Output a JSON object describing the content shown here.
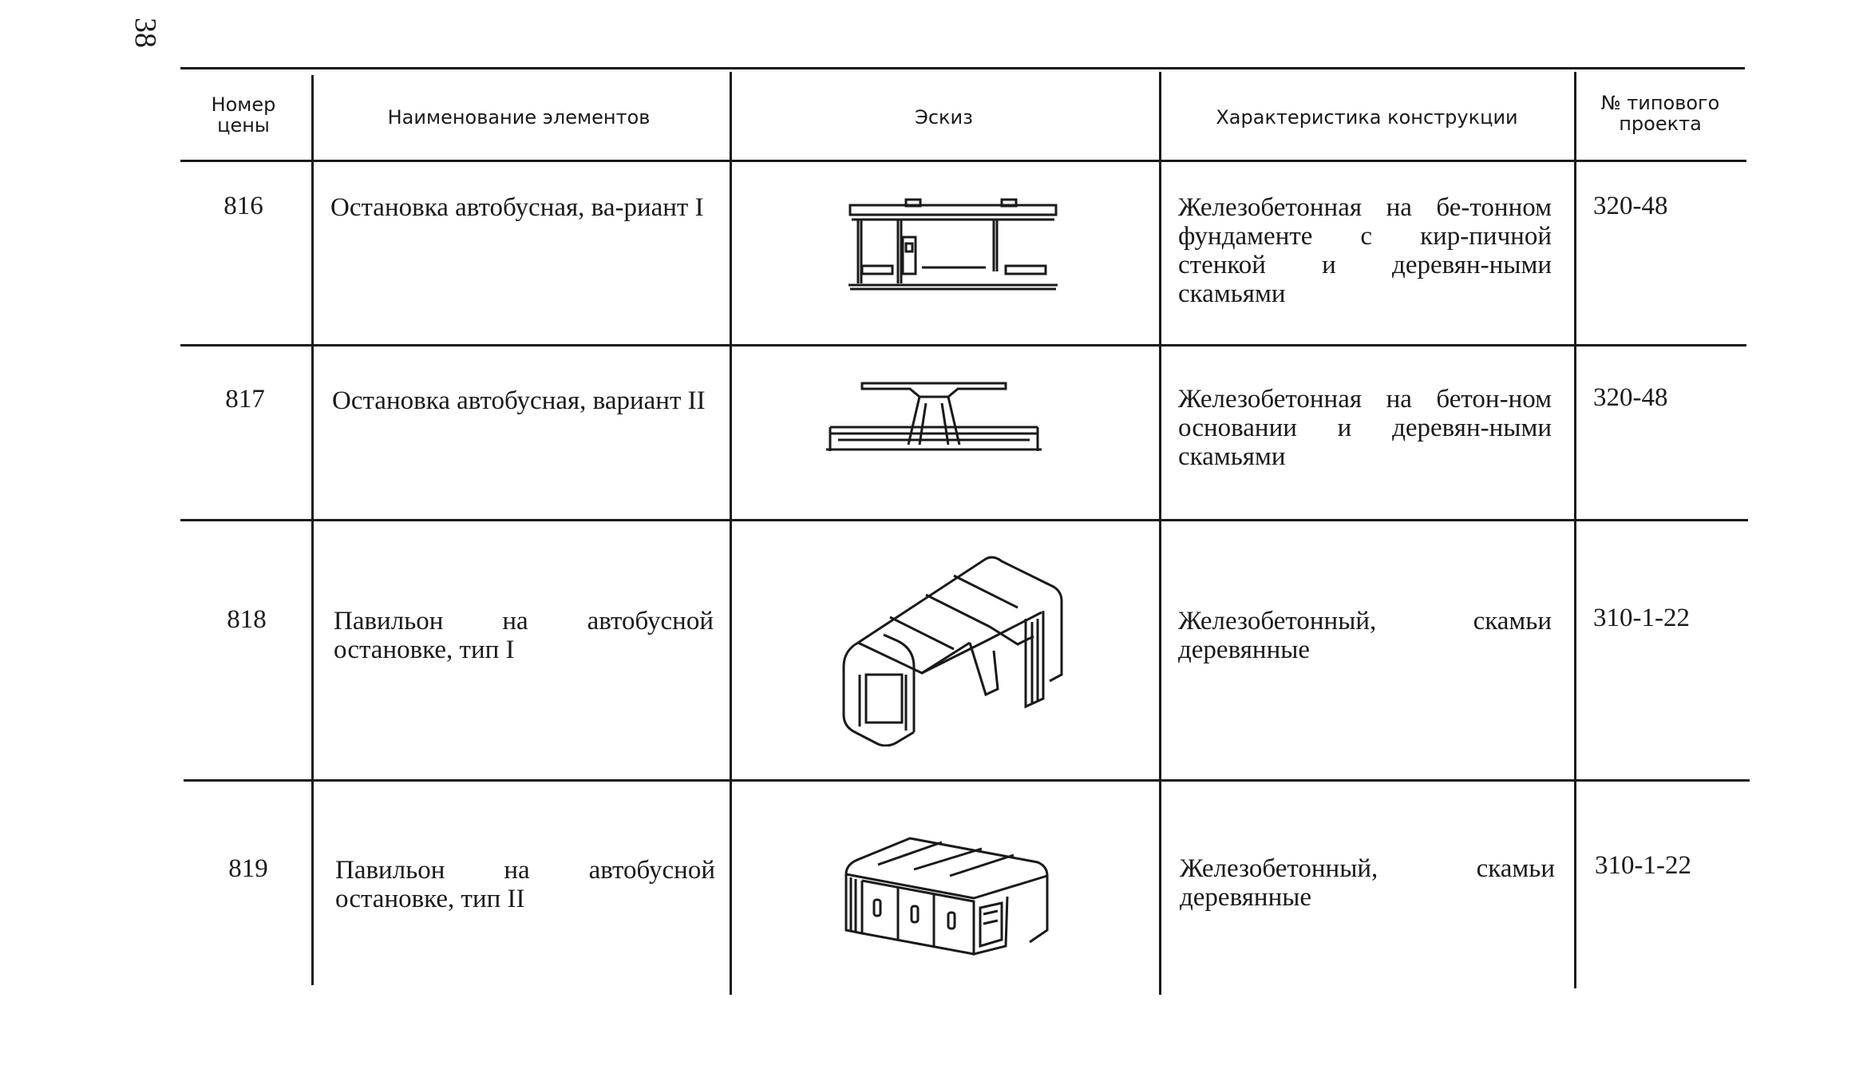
{
  "page_number": "38",
  "header": {
    "price_number": "Номер цены",
    "element_name": "Наименование элементов",
    "sketch": "Эскиз",
    "construction": "Характеристика конструкции",
    "project_no": "№ типового проекта"
  },
  "rows": [
    {
      "price_number": "816",
      "element_name": "Остановка автобусная, ва-риант I",
      "sketch_icon": "bus-stop-variant-1-sketch",
      "construction": "Железобетонная на бе-тонном фундаменте с кир-пичной стенкой и деревян-ными скамьями",
      "project_no": "320-48"
    },
    {
      "price_number": "817",
      "element_name": "Остановка автобусная, вариант II",
      "sketch_icon": "bus-stop-variant-2-sketch",
      "construction": "Железобетонная на бетон-ном основании и деревян-ными скамьями",
      "project_no": "320-48"
    },
    {
      "price_number": "818",
      "element_name": "Павильон на автобусной остановке, тип I",
      "sketch_icon": "pavilion-type-1-sketch",
      "construction": "Железобетонный, скамьи деревянные",
      "project_no": "310-1-22"
    },
    {
      "price_number": "819",
      "element_name": "Павильон на автобусной остановке, тип II",
      "sketch_icon": "pavilion-type-2-sketch",
      "construction": "Железобетонный, скамьи деревянные",
      "project_no": "310-1-22"
    }
  ]
}
